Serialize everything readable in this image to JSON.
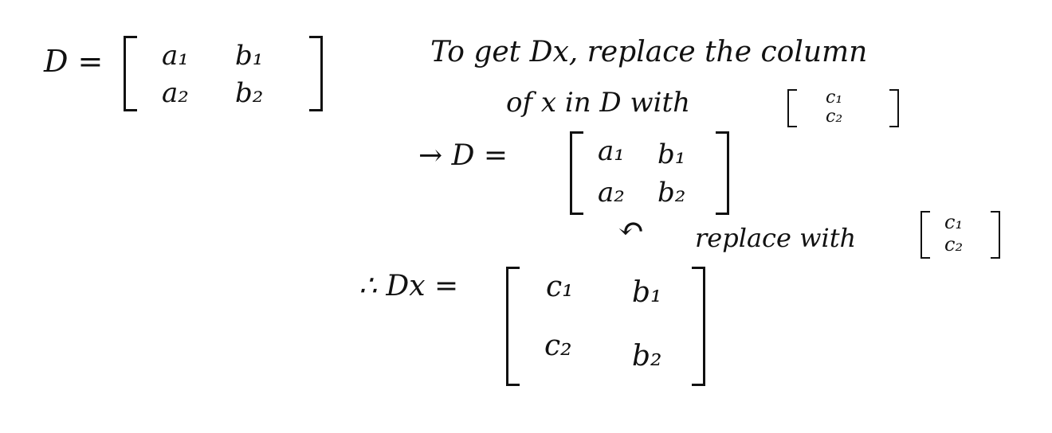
{
  "eq1": {
    "lhs": "D =",
    "matrix": [
      "a₁",
      "b₁",
      "a₂",
      "b₂"
    ]
  },
  "instruction": {
    "line1": "To get Dx, replace the column",
    "line2": "of x in D with",
    "vector": [
      "c₁",
      "c₂"
    ]
  },
  "eq2": {
    "lhs": "→ D =",
    "matrix": [
      "a₁",
      "b₁",
      "a₂",
      "b₂"
    ]
  },
  "note": {
    "arrow": "↶",
    "text": "replace with",
    "vector": [
      "c₁",
      "c₂"
    ]
  },
  "eq3": {
    "lhs": "∴ Dx =",
    "matrix": [
      "c₁",
      "b₁",
      "c₂",
      "b₂"
    ]
  }
}
